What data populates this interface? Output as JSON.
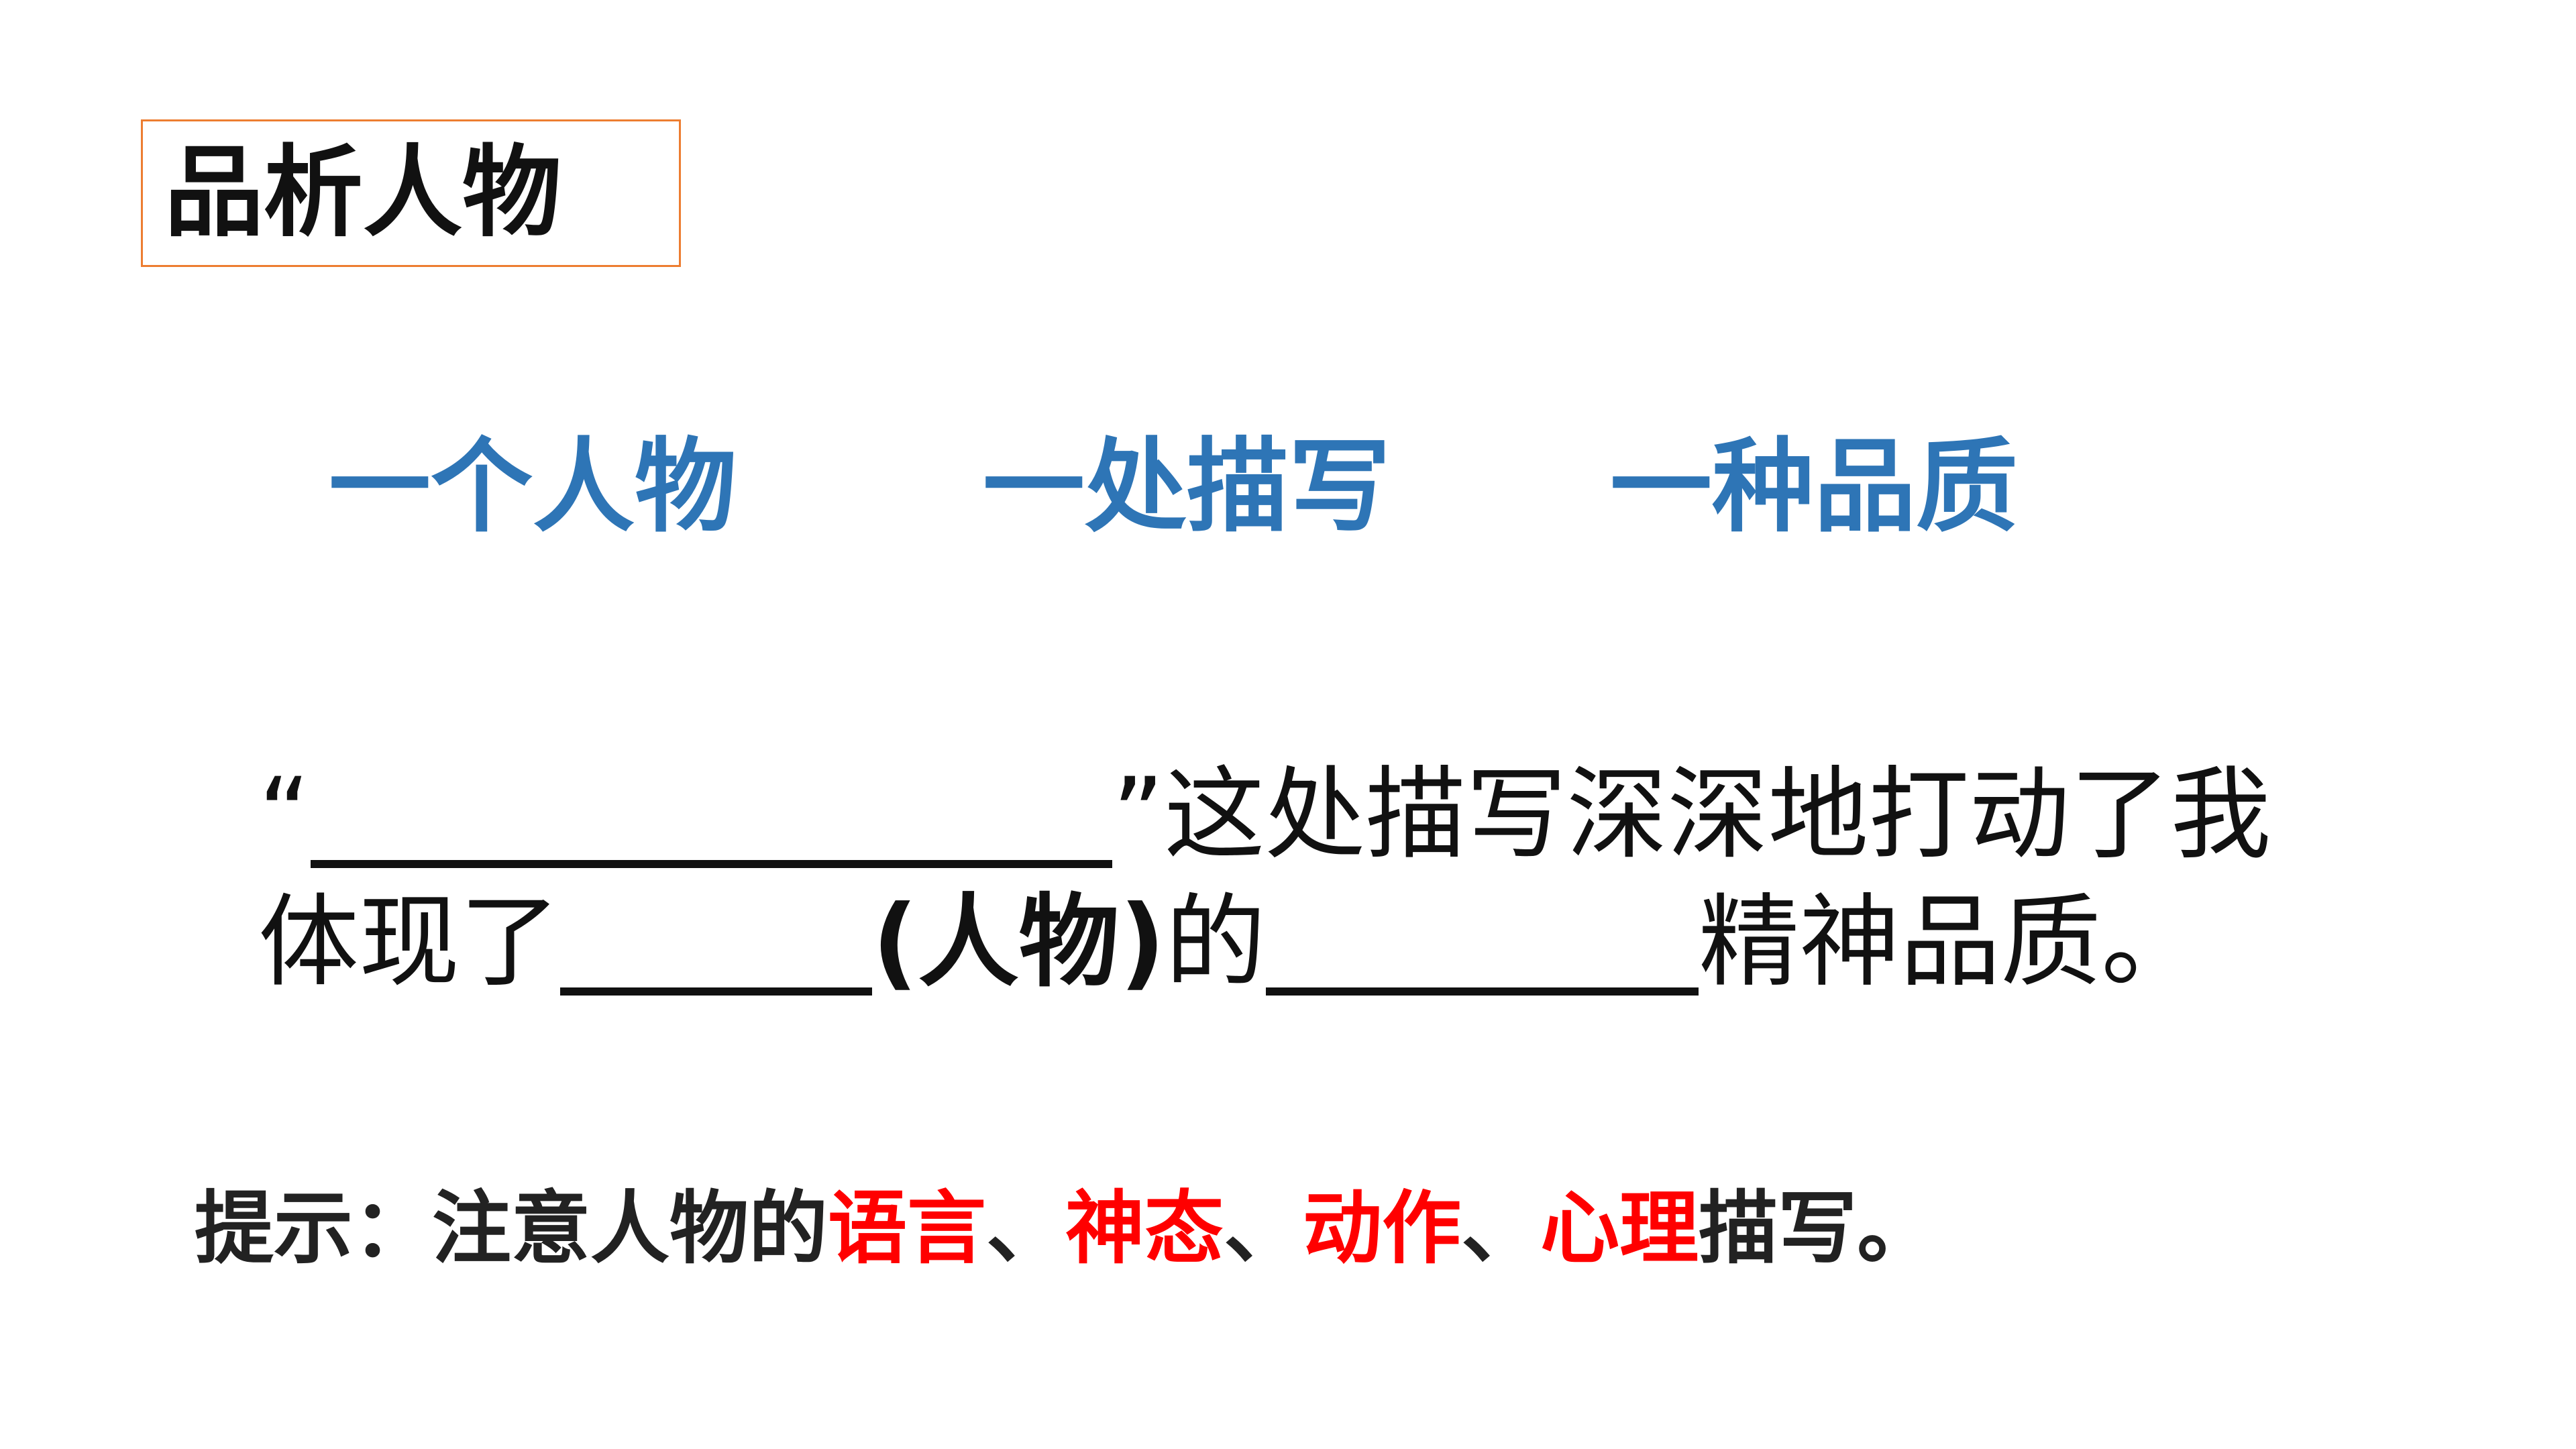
{
  "title": "品析人物",
  "keywords": [
    {
      "text": "一个人物"
    },
    {
      "text": "一处描写"
    },
    {
      "text": "一种品质"
    }
  ],
  "sentence": {
    "open_quote": "“",
    "line1_after": "”这处描写深深地打动了我",
    "line2_start": "体现了",
    "line2_paren": "(人物)",
    "line2_mid": "的",
    "line2_end": "精神品质。"
  },
  "hint": {
    "prefix": "提示：注意人物的",
    "item1": "语言",
    "sep1": "、",
    "item2": "神态",
    "sep2": "、",
    "item3": "动作",
    "sep3": "、",
    "item4": "心理",
    "suffix": "描写。"
  },
  "colors": {
    "title_border": "#ED7D31",
    "keyword": "#2E75B6",
    "highlight": "#FF0000",
    "text": "#111111"
  }
}
